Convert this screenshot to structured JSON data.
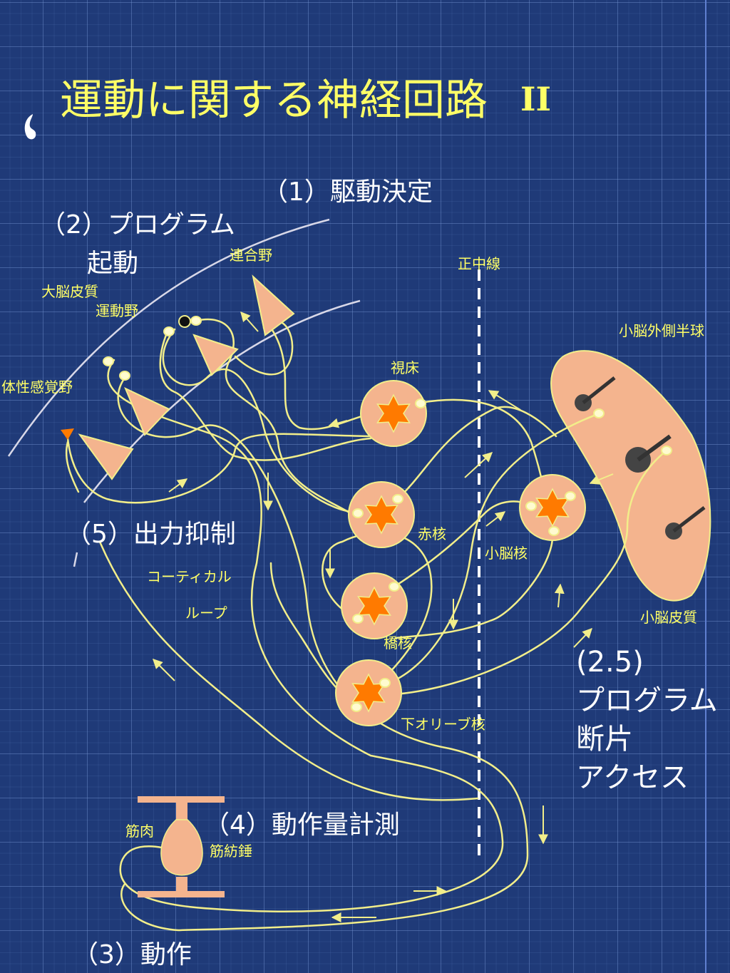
{
  "title": {
    "main": "運動に関する神経回路",
    "numeral": "II"
  },
  "labels": {
    "drive": "（1）駆動決定",
    "program_line1": "（2）プログラム",
    "program_line2": "起動",
    "output_inhibit": "（5）出力抑制",
    "measure": "（4）動作量計測",
    "action": "（3）動作",
    "fragment_line1": "(2.5)",
    "fragment_line2": "プログラム",
    "fragment_line3": "断片",
    "fragment_line4": "アクセス",
    "association": "連合野",
    "cerebral_cortex": "大脳皮質",
    "motor_area": "運動野",
    "somatosensory": "体性感覚野",
    "midline": "正中線",
    "cerebellar_hemisphere": "小脳外側半球",
    "thalamus": "視床",
    "red_nucleus": "赤核",
    "cerebellar_nucleus": "小脳核",
    "pontine_nucleus": "橋核",
    "inferior_olive": "下オリーブ核",
    "cerebellar_cortex": "小脳皮質",
    "cortical": "コーティカル",
    "loop": "ループ",
    "muscle": "筋肉",
    "spindle": "筋紡錘"
  },
  "colors": {
    "background": "#1f3a78",
    "title": "#ffff66",
    "label": "#ffff66",
    "pathway": "#f2ee8a",
    "neuron_fill": "#f4b48e",
    "nucleus_fill": "#f4b48e",
    "nucleus_star": "#ff7a00",
    "cortex_curve": "#d8d8e8"
  }
}
